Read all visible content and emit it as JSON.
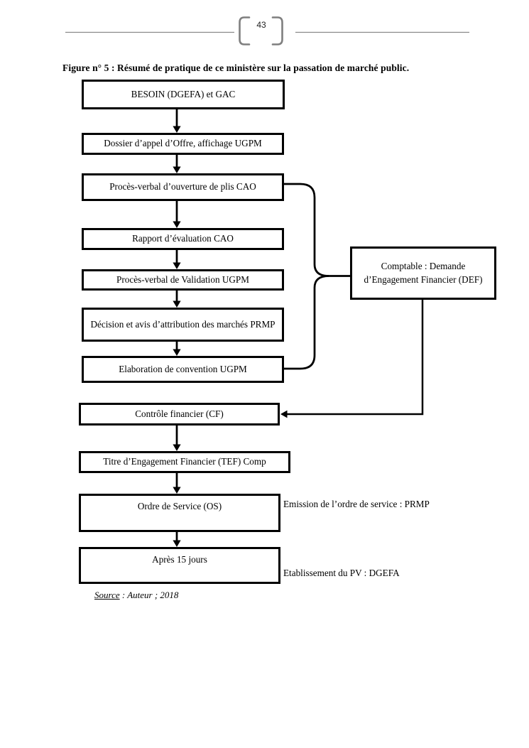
{
  "page_header": {
    "page_number": "43"
  },
  "figure": {
    "caption": "Figure n° 5 : Résumé de pratique de ce ministère sur la passation de marché public.",
    "source": {
      "label": "Source",
      "text": " : Auteur ; 2018"
    }
  },
  "flowchart": {
    "boxes": [
      {
        "id": "besoin",
        "label": "BESOIN (DGEFA) et GAC"
      },
      {
        "id": "dossier",
        "label": "Dossier d’appel d’Offre, affichage UGPM"
      },
      {
        "id": "pv-ouverture",
        "label": "Procès-verbal d’ouverture de plis CAO"
      },
      {
        "id": "rapport",
        "label": "Rapport d’évaluation CAO"
      },
      {
        "id": "pv-validation",
        "label": "Procès-verbal de Validation UGPM"
      },
      {
        "id": "decision",
        "label": "Décision et avis d’attribution des marchés PRMP"
      },
      {
        "id": "elaboration",
        "label": "Elaboration de convention UGPM"
      },
      {
        "id": "controle",
        "label": "Contrôle financier (CF)"
      },
      {
        "id": "titre-tef",
        "label": "Titre d’Engagement Financier (TEF) Comp"
      },
      {
        "id": "ordre-service",
        "label": "Ordre de Service (OS)"
      },
      {
        "id": "apres-15",
        "label": "Après 15 jours"
      }
    ],
    "side_box": {
      "label": "Comptable : Demande d’Engagement Financier (DEF)"
    },
    "annotations": [
      {
        "text": "Emission de l’ordre de service : PRMP"
      },
      {
        "text": "Etablissement du PV : DGEFA"
      }
    ]
  }
}
